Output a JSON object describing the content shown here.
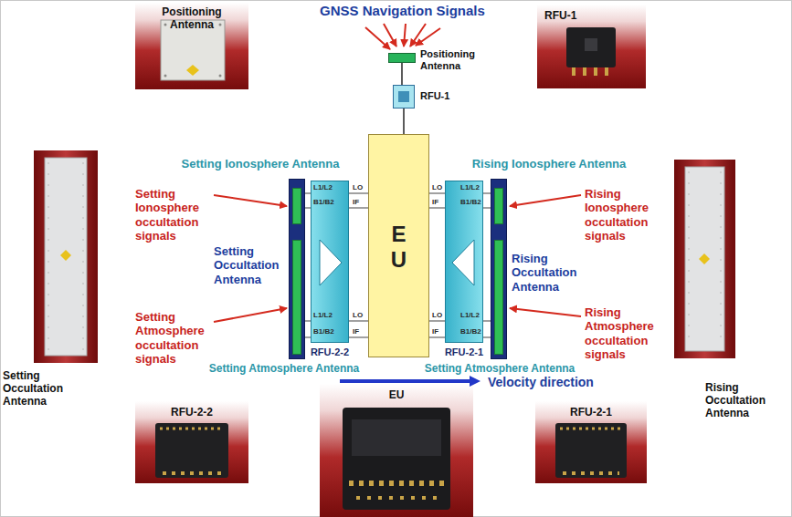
{
  "diagram": {
    "nodes": [
      {
        "text": [
          "Positioning Antenna"
        ]
      },
      {
        "text": [
          "RFU-1"
        ]
      },
      {
        "text": [
          "Positioning Antenna"
        ]
      },
      {
        "text": [
          "RFU-1"
        ]
      },
      {
        "text": [
          "Setting Occultation Antenna"
        ]
      },
      {
        "text": [
          "Setting Occultation Antenna"
        ]
      },
      {
        "text": [
          "Setting Ionosphere Antenna"
        ],
        "in": 5
      },
      {
        "text": [
          "Setting Atmosphere Antenna"
        ],
        "in": 5
      },
      {
        "text": [
          "RFU-2-2"
        ]
      },
      {
        "text": [
          "E U"
        ]
      },
      {
        "text": [
          "RFU-2-1"
        ]
      },
      {
        "text": [
          "Rising Occultation Antenna"
        ]
      },
      {
        "text": [
          "Rising Ionosphere Antenna"
        ],
        "in": 11
      },
      {
        "text": [
          "Setting Atmosphere Antenna"
        ],
        "in": 11
      },
      {
        "text": [
          "Rising Occultation Antenna"
        ]
      },
      {
        "text": [
          "RFU-2-2"
        ]
      },
      {
        "text": [
          "EU"
        ]
      },
      {
        "text": [
          "RFU-2-1"
        ]
      }
    ],
    "edges": [
      {
        "from": 2,
        "to": 3,
        "arrow": "none"
      },
      {
        "from": 3,
        "to": 9,
        "arrow": "none"
      },
      {
        "from": 6,
        "to": 8,
        "label": "L1/L2",
        "arrow": "none"
      },
      {
        "from": 6,
        "to": 8,
        "label": "B1/B2",
        "arrow": "none"
      },
      {
        "from": 9,
        "to": 8,
        "label": "LO",
        "arrow": "none"
      },
      {
        "from": 8,
        "to": 9,
        "label": "IF",
        "arrow": "none"
      },
      {
        "from": 7,
        "to": 8,
        "label": "L1/L2",
        "arrow": "none"
      },
      {
        "from": 7,
        "to": 8,
        "label": "B1/B2",
        "arrow": "none"
      },
      {
        "from": 9,
        "to": 8,
        "label": "LO",
        "arrow": "none"
      },
      {
        "from": 8,
        "to": 9,
        "label": "IF",
        "arrow": "none"
      },
      {
        "from": 9,
        "to": 10,
        "label": "LO",
        "arrow": "none"
      },
      {
        "from": 10,
        "to": 9,
        "label": "IF",
        "arrow": "none"
      },
      {
        "from": 10,
        "to": 12,
        "label": "L1/L2",
        "arrow": "none"
      },
      {
        "from": 10,
        "to": 12,
        "label": "B1/B2",
        "arrow": "none"
      },
      {
        "from": 9,
        "to": 10,
        "label": "LO",
        "arrow": "none"
      },
      {
        "from": 10,
        "to": 9,
        "label": "IF",
        "arrow": "none"
      },
      {
        "from": 10,
        "to": 13,
        "label": "L1/L2",
        "arrow": "none"
      },
      {
        "from": 10,
        "to": 13,
        "label": "B1/B2",
        "arrow": "none"
      }
    ],
    "labels": [
      "GNSS Navigation Signals",
      "Setting Ionosphere occultation signals",
      "Setting Atmosphere occultation signals",
      "Rising Ionosphere occultation signals",
      "Rising Atmosphere occultation signals",
      "Velocity direction"
    ]
  }
}
